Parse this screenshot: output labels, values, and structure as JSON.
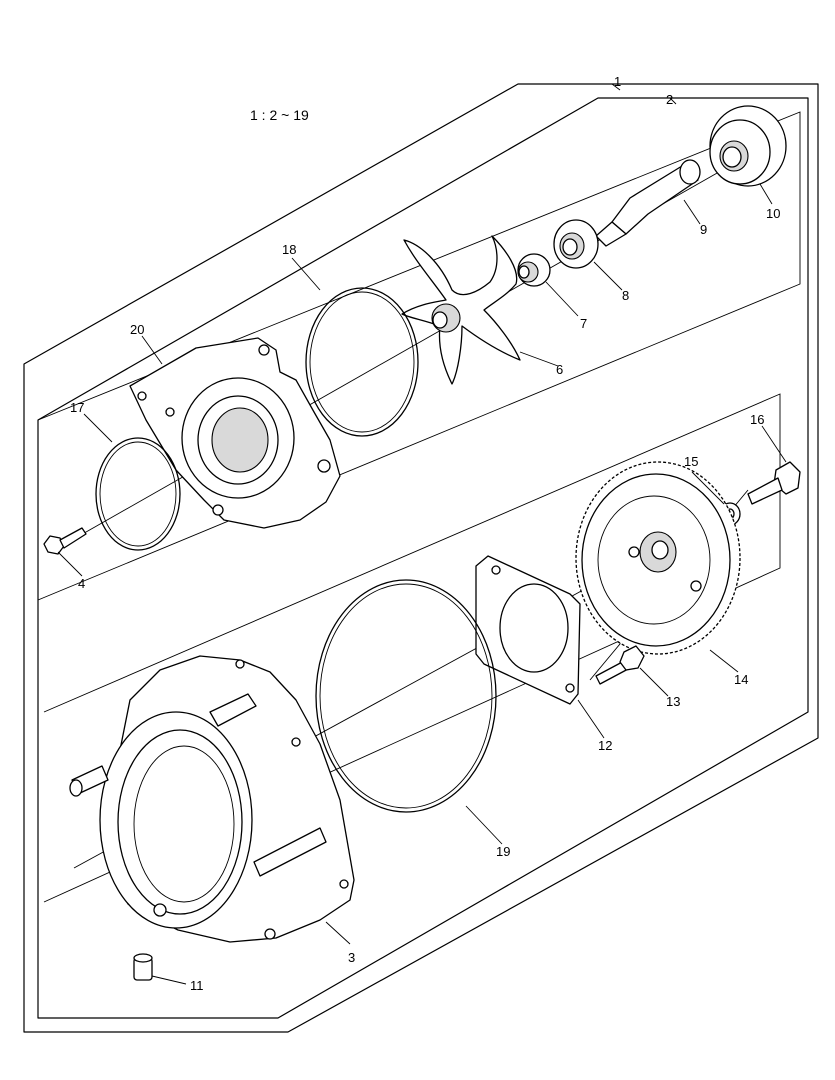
{
  "note": "1 : 2 ~ 19",
  "callouts": {
    "c1": "1",
    "c2": "2",
    "c3": "3",
    "c4": "4",
    "c6": "6",
    "c7": "7",
    "c8": "8",
    "c9": "9",
    "c10": "10",
    "c11": "11",
    "c12": "12",
    "c13": "13",
    "c14": "14",
    "c15": "15",
    "c16": "16",
    "c17": "17",
    "c18": "18",
    "c19": "19",
    "c20": "20"
  },
  "colors": {
    "line": "#000000",
    "background": "#ffffff",
    "shade": "#d9d9d9"
  }
}
